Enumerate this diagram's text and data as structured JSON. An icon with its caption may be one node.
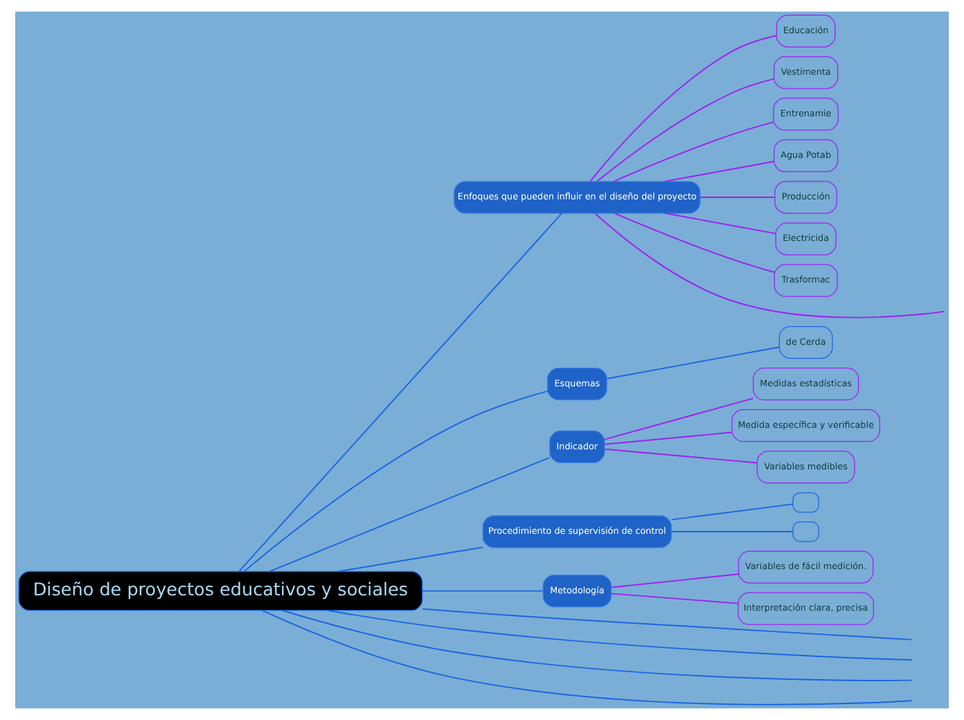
{
  "diagram": {
    "nodes": [
      {
        "text": [
          "Diseño de proyectos educativos y sociales"
        ]
      },
      {
        "text": [
          "Enfoques que pueden influir en el diseño del proyecto"
        ]
      },
      {
        "text": [
          "Educación"
        ]
      },
      {
        "text": [
          "Vestimenta"
        ]
      },
      {
        "text": [
          "Entrenamie"
        ]
      },
      {
        "text": [
          "Agua Potab"
        ]
      },
      {
        "text": [
          "Producción"
        ]
      },
      {
        "text": [
          "Electricida"
        ]
      },
      {
        "text": [
          "Trasformac"
        ]
      },
      {
        "text": [
          "Esquemas"
        ]
      },
      {
        "text": [
          "de Cerda"
        ]
      },
      {
        "text": [
          "Indicador"
        ]
      },
      {
        "text": [
          "Medidas estadísticas"
        ]
      },
      {
        "text": [
          "Medida específica y verificable"
        ]
      },
      {
        "text": [
          "Variables medibles"
        ]
      },
      {
        "text": [
          "Procedimiento de supervisión de control"
        ]
      },
      {
        "text": [],
        "shape": "box"
      },
      {
        "text": [],
        "shape": "box"
      },
      {
        "text": [
          "Metodología"
        ]
      },
      {
        "text": [
          "Variables de fácil medición."
        ]
      },
      {
        "text": [
          "Interpretación clara, precisa"
        ]
      }
    ],
    "edges": [
      {
        "from": 0,
        "to": 1,
        "arrow": "none",
        "color": "#1a66e0"
      },
      {
        "from": 1,
        "to": null,
        "arrow": "none",
        "color": "#a020f0"
      },
      {
        "from": 1,
        "to": 2,
        "arrow": "none",
        "color": "#a020f0"
      },
      {
        "from": 1,
        "to": 3,
        "arrow": "none",
        "color": "#a020f0"
      },
      {
        "from": 1,
        "to": 4,
        "arrow": "none",
        "color": "#a020f0"
      },
      {
        "from": 1,
        "to": 5,
        "arrow": "none",
        "color": "#a020f0"
      },
      {
        "from": 1,
        "to": 6,
        "arrow": "none",
        "color": "#a020f0"
      },
      {
        "from": 1,
        "to": 7,
        "arrow": "none",
        "color": "#a020f0"
      },
      {
        "from": 1,
        "to": 8,
        "arrow": "none",
        "color": "#a020f0"
      },
      {
        "from": 0,
        "to": 9,
        "arrow": "none",
        "color": "#1a66e0"
      },
      {
        "from": 9,
        "to": 10,
        "arrow": "none",
        "color": "#1a66e0"
      },
      {
        "from": 0,
        "to": 11,
        "arrow": "none",
        "color": "#1a66e0"
      },
      {
        "from": 11,
        "to": 12,
        "arrow": "none",
        "color": "#a020f0"
      },
      {
        "from": 11,
        "to": 13,
        "arrow": "none",
        "color": "#a020f0"
      },
      {
        "from": 11,
        "to": 14,
        "arrow": "none",
        "color": "#a020f0"
      },
      {
        "from": 0,
        "to": 15,
        "arrow": "none",
        "color": "#1a66e0"
      },
      {
        "from": 15,
        "to": 16,
        "arrow": "none",
        "color": "#1a66e0"
      },
      {
        "from": 15,
        "to": 17,
        "arrow": "none",
        "color": "#1a66e0"
      },
      {
        "from": 0,
        "to": 18,
        "arrow": "none",
        "color": "#1a66e0"
      },
      {
        "from": 18,
        "to": 19,
        "arrow": "none",
        "color": "#a020f0"
      },
      {
        "from": 18,
        "to": 20,
        "arrow": "none",
        "color": "#a020f0"
      },
      {
        "from": 0,
        "to": null,
        "arrow": "none",
        "color": "#1a66e0"
      },
      {
        "from": 0,
        "to": null,
        "arrow": "none",
        "color": "#1a66e0"
      },
      {
        "from": 0,
        "to": null,
        "arrow": "none",
        "color": "#1a66e0"
      },
      {
        "from": 0,
        "to": null,
        "arrow": "none",
        "color": "#1a66e0"
      }
    ]
  }
}
